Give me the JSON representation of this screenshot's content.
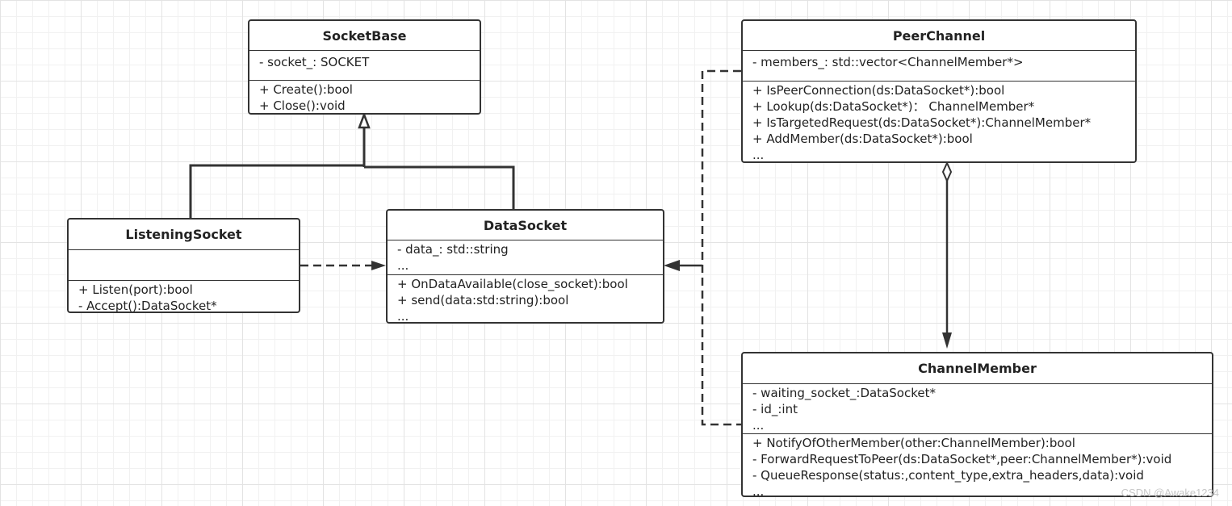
{
  "classes": {
    "socket_base": {
      "name": "SocketBase",
      "attributes": [
        "- socket_: SOCKET"
      ],
      "operations": [
        "+ Create():bool",
        "+ Close():void"
      ]
    },
    "listening_socket": {
      "name": "ListeningSocket",
      "attributes": [],
      "operations": [
        "+ Listen(port):bool",
        "- Accept():DataSocket*"
      ]
    },
    "data_socket": {
      "name": "DataSocket",
      "attributes": [
        "- data_: std::string",
        "..."
      ],
      "operations": [
        "+ OnDataAvailable(close_socket):bool",
        "+ send(data:std:string):bool",
        "..."
      ]
    },
    "peer_channel": {
      "name": "PeerChannel",
      "attributes": [
        "- members_: std::vector<ChannelMember*>"
      ],
      "operations": [
        "+ IsPeerConnection(ds:DataSocket*):bool",
        "+ Lookup(ds:DataSocket*)：  ChannelMember*",
        "+ IsTargetedRequest(ds:DataSocket*):ChannelMember*",
        "+ AddMember(ds:DataSocket*):bool",
        "..."
      ]
    },
    "channel_member": {
      "name": "ChannelMember",
      "attributes": [
        "- waiting_socket_:DataSocket*",
        "- id_:int",
        "..."
      ],
      "operations": [
        "+ NotifyOfOtherMember(other:ChannelMember):bool",
        "-  ForwardRequestToPeer(ds:DataSocket*,peer:ChannelMember*):void",
        "-  QueueResponse(status:,content_type,extra_headers,data):void",
        "..."
      ]
    }
  },
  "relationships": [
    {
      "type": "generalization",
      "from": "ListeningSocket",
      "to": "SocketBase"
    },
    {
      "type": "generalization",
      "from": "DataSocket",
      "to": "SocketBase"
    },
    {
      "type": "dependency",
      "from": "ListeningSocket",
      "to": "DataSocket"
    },
    {
      "type": "dependency",
      "from": "PeerChannel",
      "to": "DataSocket"
    },
    {
      "type": "dependency",
      "from": "ChannelMember",
      "to": "DataSocket"
    },
    {
      "type": "aggregation",
      "from": "PeerChannel",
      "to": "ChannelMember"
    }
  ],
  "colors": {
    "line": "#333333",
    "grid": "#e3e3e3",
    "background": "#ffffff",
    "watermark": "#c8c8c8"
  },
  "watermark": "CSDN @Awake1234"
}
